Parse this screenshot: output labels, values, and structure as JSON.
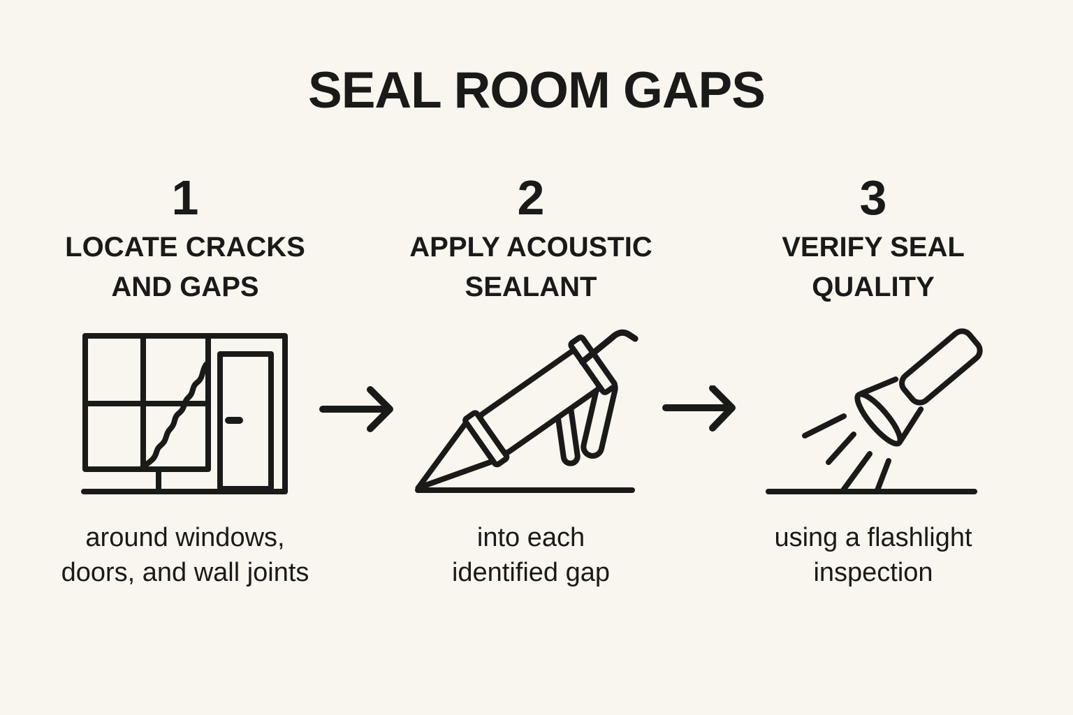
{
  "title": "SEAL ROOM GAPS",
  "colors": {
    "background": "#f8f6ef",
    "ink": "#1a1a18"
  },
  "steps": [
    {
      "number": "1",
      "heading": "LOCATE CRACKS\nAND GAPS",
      "caption": "around windows,\ndoors, and wall joints",
      "icon": "window-door-crack-icon"
    },
    {
      "number": "2",
      "heading": "APPLY ACOUSTIC\nSEALANT",
      "caption": "into each\nidentified gap",
      "icon": "caulk-gun-icon"
    },
    {
      "number": "3",
      "heading": "VERIFY SEAL\nQUALITY",
      "caption": "using a flashlight\ninspection",
      "icon": "flashlight-icon"
    }
  ],
  "arrows": [
    {
      "label": "next step"
    },
    {
      "label": "next step"
    }
  ]
}
